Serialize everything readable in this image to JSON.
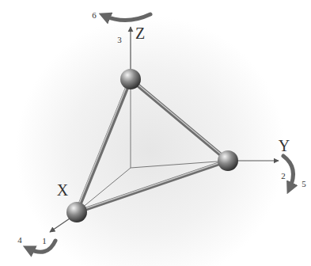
{
  "diagram": {
    "labels": [
      "6",
      "3",
      "Z",
      "Y",
      "2",
      "5",
      "X",
      "4",
      "1"
    ]
  }
}
